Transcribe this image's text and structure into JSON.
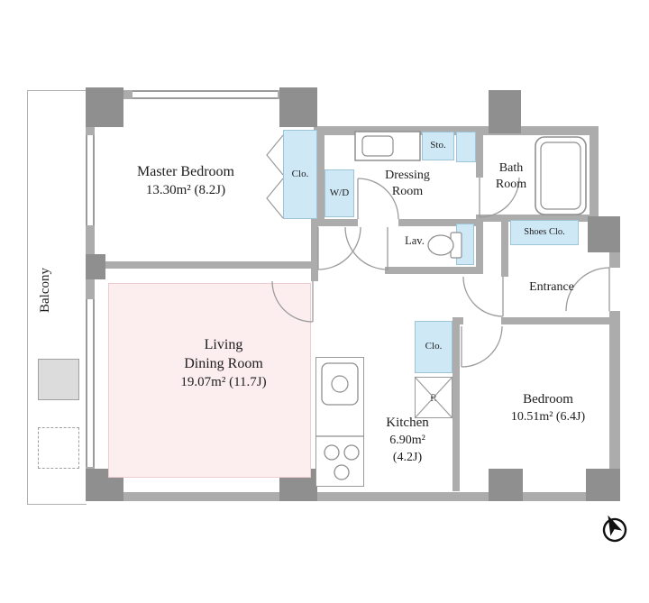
{
  "palette": {
    "wall": "#acacac",
    "pillar": "#8f8f8f",
    "closet_fill": "#cfe8f6",
    "living_fill": "#fcedef",
    "fixture_line": "#9b9b9b"
  },
  "rooms": {
    "balcony": {
      "name": "Balcony"
    },
    "master_bedroom": {
      "name": "Master Bedroom",
      "area": "13.30m² (8.2J)"
    },
    "living_dining": {
      "name_line1": "Living",
      "name_line2": "Dining Room",
      "area": "19.07m² (11.7J)"
    },
    "kitchen": {
      "name": "Kitchen",
      "area_line1": "6.90m²",
      "area_line2": "(4.2J)"
    },
    "bedroom": {
      "name": "Bedroom",
      "area": "10.51m² (6.4J)"
    },
    "dressing_room": {
      "name_line1": "Dressing",
      "name_line2": "Room"
    },
    "bath_room": {
      "name_line1": "Bath",
      "name_line2": "Room"
    },
    "entrance": {
      "name": "Entrance"
    },
    "lavatory": {
      "name": "Lav."
    }
  },
  "storage": {
    "master_closet": "Clo.",
    "washer_dryer": "W/D",
    "storage_box": "Sto.",
    "shoes_closet": "Shoes Clo.",
    "bedroom_closet": "Clo.",
    "refrigerator": "R"
  }
}
